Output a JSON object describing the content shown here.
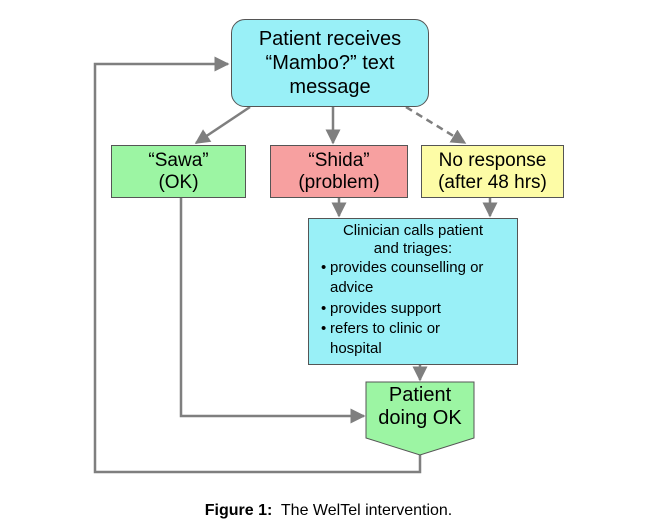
{
  "nodes": {
    "start": {
      "lines": [
        "Patient receives",
        "“Mambo?” text",
        "message"
      ],
      "color": "#99f0f7"
    },
    "sawa": {
      "lines": [
        "“Sawa”",
        "(OK)"
      ],
      "color": "#9cf5a3"
    },
    "shida": {
      "lines": [
        "“Shida”",
        "(problem)"
      ],
      "color": "#f7a0a0"
    },
    "no_response": {
      "lines": [
        "No response",
        "(after 48 hrs)"
      ],
      "color": "#fdfca6"
    },
    "clinician": {
      "title_lines": [
        "Clinician calls patient",
        "and triages:"
      ],
      "bullets": [
        [
          "provides counselling or",
          "advice"
        ],
        [
          "provides support"
        ],
        [
          "refers to clinic or",
          "hospital"
        ]
      ],
      "color": "#99f0f7"
    },
    "doing_ok": {
      "lines": [
        "Patient",
        "doing OK"
      ],
      "color": "#9cf5a3"
    }
  },
  "caption": {
    "label": "Figure 1:",
    "text": "The WelTel intervention."
  },
  "colors": {
    "line": "#7f7f7f",
    "border": "#555555"
  }
}
